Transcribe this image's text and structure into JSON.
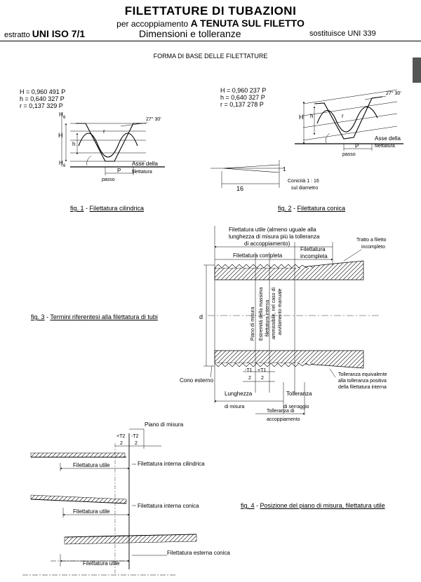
{
  "header": {
    "title": "FILETTATURE DI TUBAZIONI",
    "subtitle_prefix": "per accoppiamento",
    "subtitle_bold": "A TENUTA SUL FILETTO",
    "extract_prefix": "estratto",
    "standard": "UNI ISO 7/1",
    "section": "Dimensioni e tolleranze",
    "replaces_label": "sostituisce",
    "replaces": "UNI 339"
  },
  "section_title": "FORMA DI BASE DELLE FILETTATURE",
  "fig1": {
    "formulas": [
      "H = 0,960 491 P",
      "h = 0,640 327 P",
      "r = 0,137 329 P"
    ],
    "angle": "27° 30'",
    "labels": {
      "H": "H",
      "h": "h",
      "r": "r",
      "H6": "H",
      "six": "6",
      "P": "P",
      "pitch": "passo",
      "axis1": "Asse della",
      "axis2": "filettatura"
    },
    "caption_num": "fig. 1",
    "caption": "Filettatura cilindrica"
  },
  "fig2": {
    "formulas": [
      "H = 0,960 237 P",
      "h = 0,640 327 P",
      "r = 0,137 278 P"
    ],
    "angle": "27° 30'",
    "labels": {
      "H": "H",
      "h": "h",
      "r": "r",
      "P": "P",
      "pitch": "passo",
      "axis1": "Asse della",
      "axis2": "filettatura",
      "one": "1",
      "sixteen": "16",
      "conicity1": "Conicità 1 : 16",
      "conicity2": "sul diametro"
    },
    "caption_num": "fig. 2",
    "caption": "Filettatura conica"
  },
  "fig3": {
    "caption_num": "fig. 3",
    "caption": "Termini riferentesi alla filettatura di tubi",
    "useful1": "Filettatura utile (almeno uguale alla",
    "useful2": "lunghezza di misura più la tolleranza",
    "useful3": "di accoppiamento)",
    "complete": "Filettatura completa",
    "incomplete1": "Filettatura",
    "incomplete2": "incompleta",
    "tratto1": "Tratto a filetto",
    "tratto2": "incompleto",
    "d": "d",
    "plane": "Piano di misura",
    "extreme": [
      "Estremità della massima",
      "filettatura interna",
      "ammissibile, nel caso di",
      "avvitamento manuale"
    ],
    "t1_minus": "-T1",
    "t1_plus": "+T1",
    "two": "2",
    "cone": "Cono esterno",
    "equiv1": "Tolleranza equivalente",
    "equiv2": "alla tolleranza positiva",
    "equiv3": "della filettatura interna",
    "len1": "Lunghezza",
    "len2": "di misura",
    "tight1": "Tolleranza",
    "tight2": "di serraggio",
    "fit1": "Tolleranza di",
    "fit2": "accoppiamento"
  },
  "fig4": {
    "plane": "Piano di misura",
    "t2_plus": "+T2",
    "t2_minus": "-T2",
    "two": "2",
    "useful": "Filettatura utile",
    "int_cyl": "Filettatura interna cilindrica",
    "int_con": "Filettatura interna conica",
    "ext_con": "Filettatura esterna conica",
    "caption_num": "fig. 4",
    "caption": "Posizione del piano di misura, filettatura utile"
  }
}
